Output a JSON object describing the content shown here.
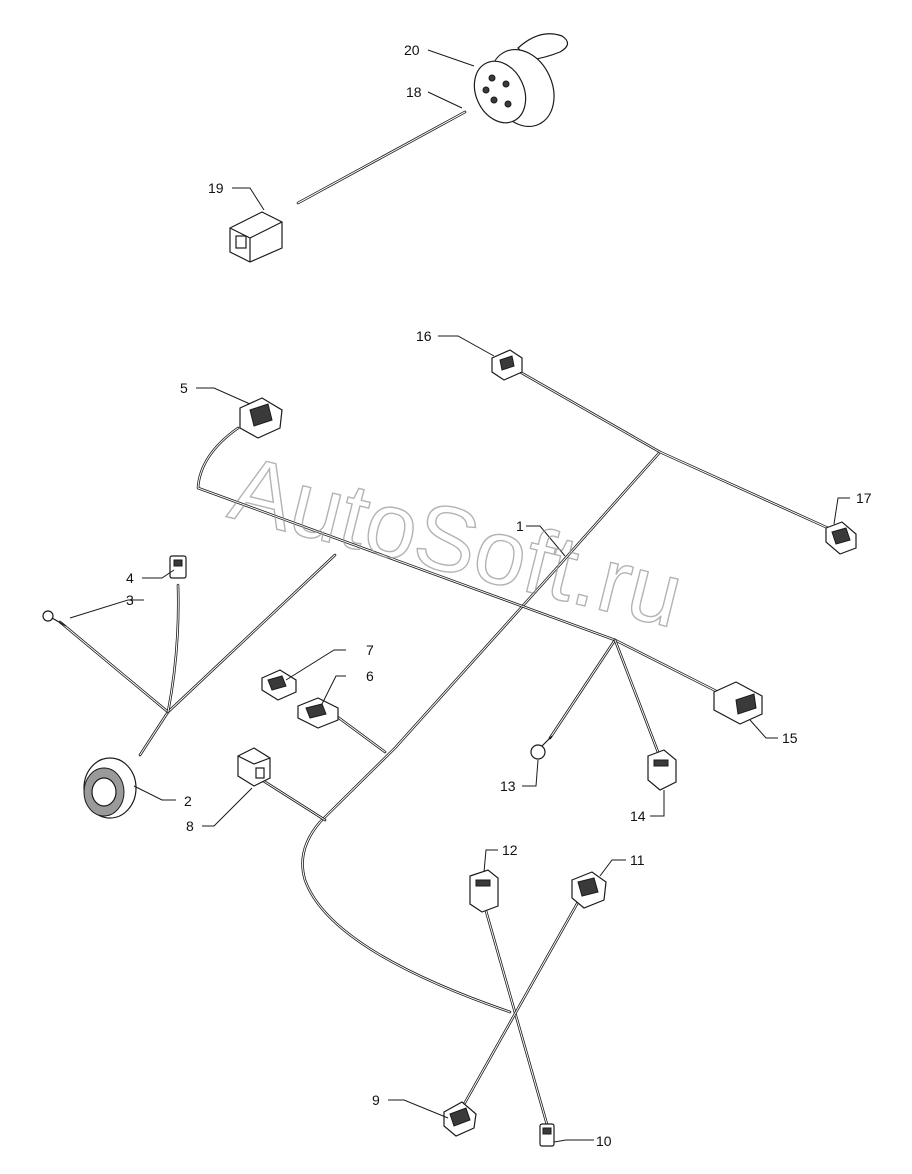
{
  "watermark": "AutoSoft.ru",
  "callouts": [
    "1",
    "2",
    "3",
    "4",
    "5",
    "6",
    "7",
    "8",
    "9",
    "10",
    "11",
    "12",
    "13",
    "14",
    "15",
    "16",
    "17",
    "18",
    "19",
    "20"
  ]
}
